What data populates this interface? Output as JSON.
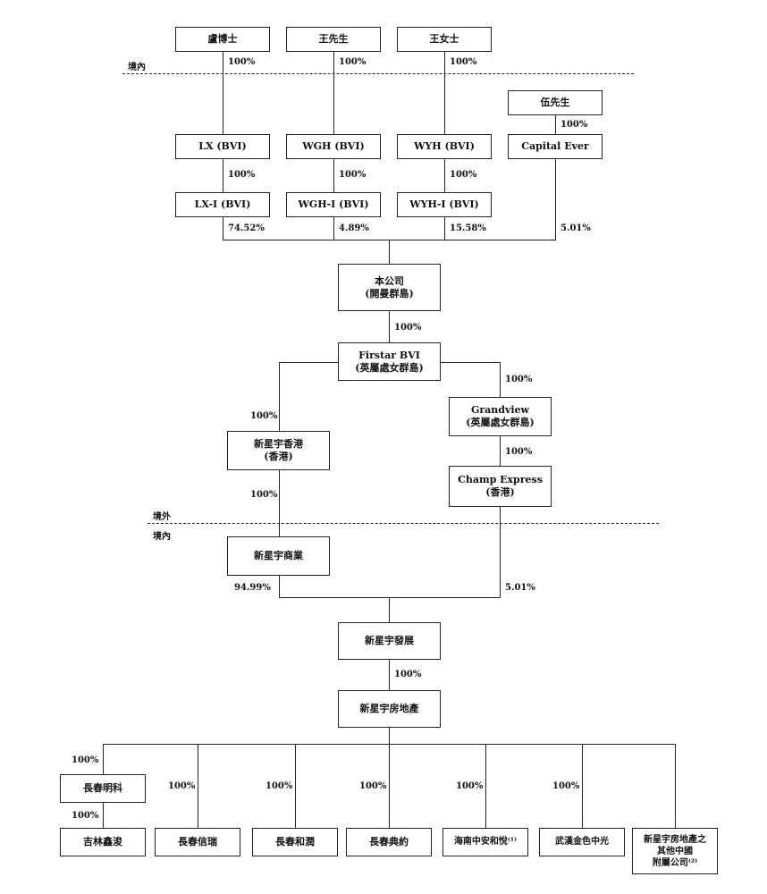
{
  "regions": {
    "onshore_top": "境內",
    "offshore": "境外",
    "onshore_bottom": "境內"
  },
  "entities": {
    "dr_lu": "盧博士",
    "mr_wang": "王先生",
    "ms_wang": "王女士",
    "mr_wu": "伍先生",
    "lx_bvi": "LX (BVI)",
    "wgh_bvi": "WGH (BVI)",
    "wyh_bvi": "WYH (BVI)",
    "capital_ever": "Capital Ever",
    "lx1_bvi": "LX-I (BVI)",
    "wgh1_bvi": "WGH-I (BVI)",
    "wyh1_bvi": "WYH-I (BVI)",
    "company": {
      "name": "本公司",
      "place": "(開曼群島)"
    },
    "firstar": {
      "name": "Firstar BVI",
      "place": "(英屬處女群島)"
    },
    "grandview": {
      "name": "Grandview",
      "place": "(英屬處女群島)"
    },
    "xxy_hk": {
      "name": "新星宇香港",
      "place": "(香港)"
    },
    "champ_express": {
      "name": "Champ Express",
      "place": "(香港)"
    },
    "xxy_commerce": "新星宇商業",
    "xxy_development": "新星宇發展",
    "xxy_realestate": "新星宇房地產",
    "cc_mingke": "長春明科",
    "jilin_xinjun": "吉林鑫浚",
    "cc_xinrui": "長春信瑞",
    "cc_herun": "長春和潤",
    "cc_dianyue": "長春典約",
    "hainan": "海南中安和悅⁽¹⁾",
    "wuhan": "武漢金色中光",
    "other_line1": "新星宇房地產之",
    "other_line2": "其他中國",
    "other_line3": "附屬公司⁽²⁾"
  },
  "percentages": {
    "lu_lx": "100%",
    "wang_wgh": "100%",
    "ms_wang_wyh": "100%",
    "wu_capital": "100%",
    "lx_lx1": "100%",
    "wgh_wgh1": "100%",
    "wyh_wyh1": "100%",
    "lx1_company": "74.52%",
    "wgh1_company": "4.89%",
    "wyh1_company": "15.58%",
    "capital_company": "5.01%",
    "company_firstar": "100%",
    "firstar_hk": "100%",
    "firstar_grandview": "100%",
    "grandview_champ": "100%",
    "hk_commerce": "100%",
    "commerce_development": "94.99%",
    "champ_development": "5.01%",
    "development_realestate": "100%",
    "re_mingke": "100%",
    "mingke_jilin": "100%",
    "re_xinrui": "100%",
    "re_herun": "100%",
    "re_dianyue": "100%",
    "re_hainan": "100%",
    "re_wuhan": "100%"
  }
}
